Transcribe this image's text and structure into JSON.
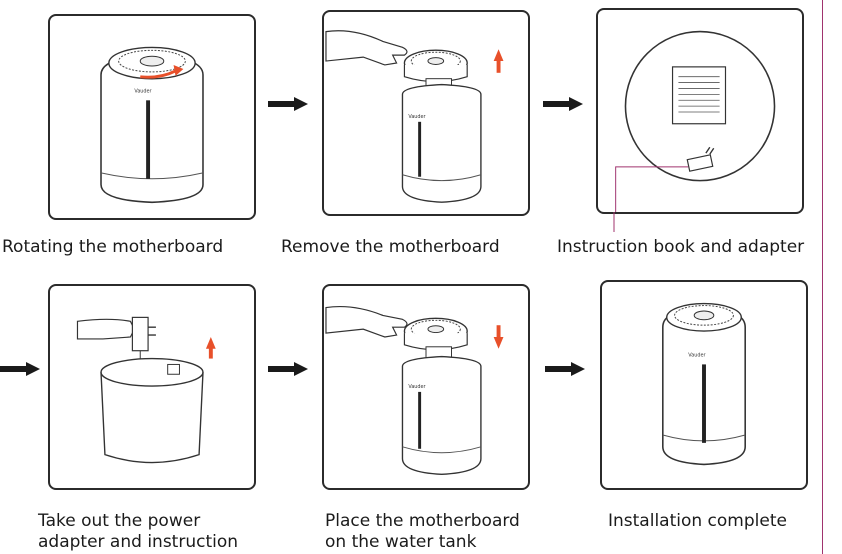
{
  "steps": [
    {
      "caption": "Rotating the motherboard"
    },
    {
      "caption": "Remove the motherboard"
    },
    {
      "caption": "Instruction book and adapter"
    },
    {
      "caption_line1": "Take out the power",
      "caption_line2": "adapter and instruction"
    },
    {
      "caption_line1": "Place the motherboard",
      "caption_line2": "on the water tank"
    },
    {
      "caption": "Installation complete"
    }
  ],
  "colors": {
    "accent_arrow": "#e8502a",
    "outline": "#2b2b2b",
    "leader_line": "#a0336e"
  }
}
